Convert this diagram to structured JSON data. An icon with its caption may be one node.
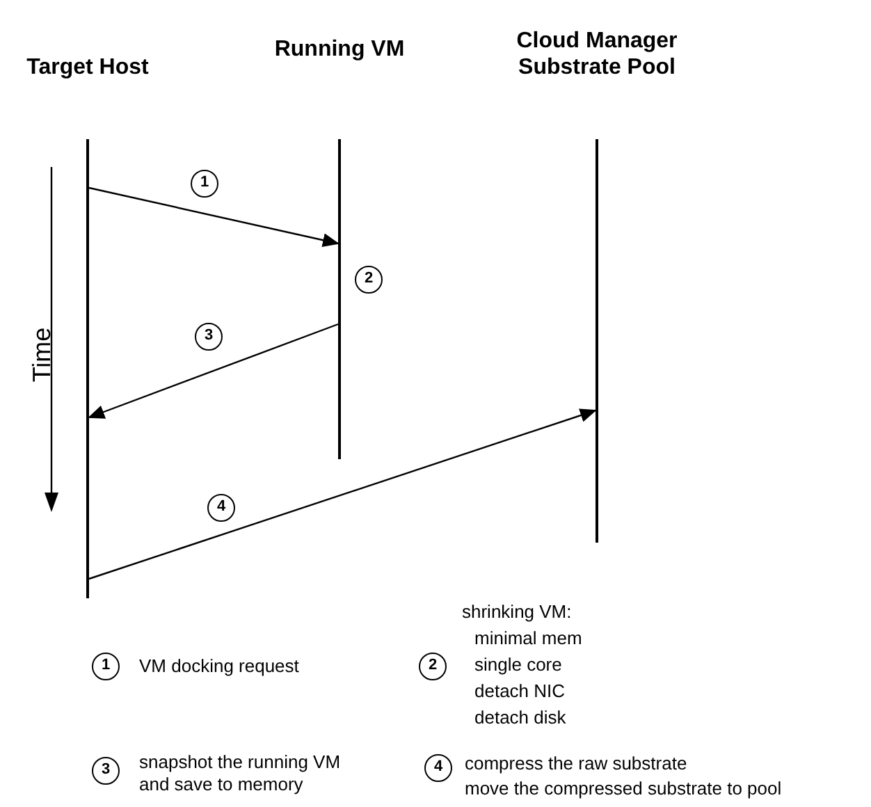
{
  "diagram": {
    "nodes": [
      {
        "text": [
          "Target Host"
        ]
      },
      {
        "text": [
          "Running VM"
        ]
      },
      {
        "text": [
          "Cloud Manager Substrate Pool"
        ]
      }
    ],
    "edges": [
      {
        "from": 0,
        "to": 1,
        "arrow": "to",
        "label": "1"
      },
      {
        "from": 1,
        "to": 0,
        "arrow": "to",
        "label": "3"
      },
      {
        "from": 0,
        "to": 2,
        "arrow": "to",
        "label": "4"
      }
    ],
    "labels": [
      "2",
      "Time",
      "1",
      "VM docking request",
      "2",
      "shrinking VM:",
      "minimal mem",
      "single core",
      "detach NIC",
      "detach disk",
      "3",
      "snapshot the running VM and save to memory",
      "4",
      "compress the raw substrate",
      "move the compressed substrate to pool"
    ]
  }
}
